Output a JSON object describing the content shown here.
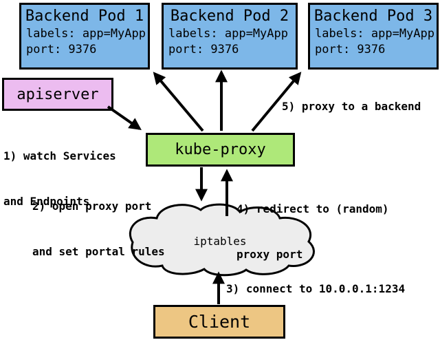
{
  "pods": [
    {
      "title": "Backend Pod 1",
      "labels_line": "labels: app=MyApp",
      "port_line": "port: 9376"
    },
    {
      "title": "Backend Pod 2",
      "labels_line": "labels: app=MyApp",
      "port_line": "port: 9376"
    },
    {
      "title": "Backend Pod 3",
      "labels_line": "labels: app=MyApp",
      "port_line": "port: 9376"
    }
  ],
  "nodes": {
    "apiserver": "apiserver",
    "kube_proxy": "kube-proxy",
    "iptables": "iptables",
    "client": "Client"
  },
  "annotations": {
    "step1_line1": "1) watch Services",
    "step1_line2": "and Endpoints",
    "step2_line1": "2) open proxy port",
    "step2_line2": "and set portal rules",
    "step3": "3) connect to 10.0.0.1:1234",
    "step4_line1": "4) redirect to (random)",
    "step4_line2": "proxy port",
    "step5": "5) proxy to a backend"
  },
  "colors": {
    "pod_fill": "#7db7e8",
    "apiserver_fill": "#ecbcf0",
    "kube_proxy_fill": "#aee879",
    "client_fill": "#edc683",
    "cloud_fill": "#ededed",
    "arrow": "#000000"
  }
}
